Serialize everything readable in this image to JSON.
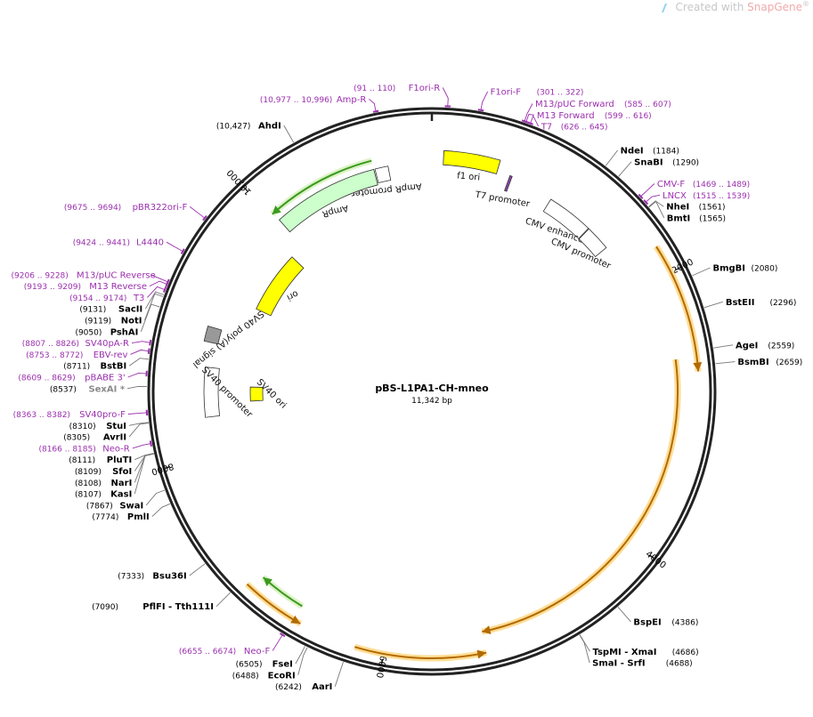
{
  "watermark": {
    "prefix": "Created with ",
    "brand": "SnapGene",
    "reg": "®"
  },
  "plasmid": {
    "name": "pBS-L1PA1-CH-mneo",
    "length_label": "11,342 bp",
    "length": 11342
  },
  "ticks": [
    {
      "pos": 0,
      "label": ""
    },
    {
      "pos": 2000,
      "label": "2000"
    },
    {
      "pos": 4000,
      "label": "4000"
    },
    {
      "pos": 6000,
      "label": "6000"
    },
    {
      "pos": 8000,
      "label": "8000"
    },
    {
      "pos": 10000,
      "label": "10,000"
    }
  ],
  "sites": [
    {
      "name": "AhdI",
      "pos_label": "(10,427)",
      "pos": 10427,
      "side": "left",
      "style": "normal"
    },
    {
      "name": "NdeI",
      "pos_label": "(1184)",
      "pos": 1184,
      "side": "right",
      "style": "normal"
    },
    {
      "name": "SnaBI",
      "pos_label": "(1290)",
      "pos": 1290,
      "side": "right",
      "style": "normal"
    },
    {
      "name": "NheI",
      "pos_label": "(1561)",
      "pos": 1561,
      "side": "right",
      "style": "normal"
    },
    {
      "name": "BmtI",
      "pos_label": "(1565)",
      "pos": 1565,
      "side": "right",
      "style": "normal"
    },
    {
      "name": "BmgBI",
      "pos_label": "(2080)",
      "pos": 2080,
      "side": "right",
      "style": "normal"
    },
    {
      "name": "BstEII",
      "pos_label": "(2296)",
      "pos": 2296,
      "side": "right",
      "style": "normal"
    },
    {
      "name": "AgeI",
      "pos_label": "(2559)",
      "pos": 2559,
      "side": "right",
      "style": "normal"
    },
    {
      "name": "BsmBI",
      "pos_label": "(2659)",
      "pos": 2659,
      "side": "right",
      "style": "normal"
    },
    {
      "name": "BspEI",
      "pos_label": "(4386)",
      "pos": 4386,
      "side": "right",
      "style": "normal"
    },
    {
      "name": "TspMI - XmaI",
      "pos_label": "(4686)",
      "pos": 4686,
      "side": "right",
      "style": "normal"
    },
    {
      "name": "SmaI - SrfI",
      "pos_label": "(4688)",
      "pos": 4688,
      "side": "right",
      "style": "normal"
    },
    {
      "name": "AarI",
      "pos_label": "(6242)",
      "pos": 6242,
      "side": "left",
      "style": "normal"
    },
    {
      "name": "EcoRI",
      "pos_label": "(6488)",
      "pos": 6488,
      "side": "left",
      "style": "normal"
    },
    {
      "name": "FseI",
      "pos_label": "(6505)",
      "pos": 6505,
      "side": "left",
      "style": "normal"
    },
    {
      "name": "PflFI - Tth111I",
      "pos_label": "(7090)",
      "pos": 7090,
      "side": "left",
      "style": "normal"
    },
    {
      "name": "Bsu36I",
      "pos_label": "(7333)",
      "pos": 7333,
      "side": "left",
      "style": "normal"
    },
    {
      "name": "PmlI",
      "pos_label": "(7774)",
      "pos": 7774,
      "side": "left",
      "style": "normal"
    },
    {
      "name": "SwaI",
      "pos_label": "(7867)",
      "pos": 7867,
      "side": "left",
      "style": "normal"
    },
    {
      "name": "KasI",
      "pos_label": "(8107)",
      "pos": 8107,
      "side": "left",
      "style": "normal"
    },
    {
      "name": "NarI",
      "pos_label": "(8108)",
      "pos": 8108,
      "side": "left",
      "style": "normal"
    },
    {
      "name": "SfoI",
      "pos_label": "(8109)",
      "pos": 8109,
      "side": "left",
      "style": "normal"
    },
    {
      "name": "PluTI",
      "pos_label": "(8111)",
      "pos": 8111,
      "side": "left",
      "style": "normal"
    },
    {
      "name": "AvrII",
      "pos_label": "(8305)",
      "pos": 8305,
      "side": "left",
      "style": "normal"
    },
    {
      "name": "StuI",
      "pos_label": "(8310)",
      "pos": 8310,
      "side": "left",
      "style": "normal"
    },
    {
      "name": "SexAI *",
      "pos_label": "(8537)",
      "pos": 8537,
      "side": "left",
      "style": "grey"
    },
    {
      "name": "BstBI",
      "pos_label": "(8711)",
      "pos": 8711,
      "side": "left",
      "style": "normal"
    },
    {
      "name": "PshAI",
      "pos_label": "(9050)",
      "pos": 9050,
      "side": "left",
      "style": "normal"
    },
    {
      "name": "NotI",
      "pos_label": "(9119)",
      "pos": 9119,
      "side": "left",
      "style": "normal"
    },
    {
      "name": "SacII",
      "pos_label": "(9131)",
      "pos": 9131,
      "side": "left",
      "style": "normal"
    }
  ],
  "primers": [
    {
      "name": "F1ori-R",
      "pos_label": "(91 .. 110)",
      "pos": 100,
      "side": "left"
    },
    {
      "name": "Amp-R",
      "pos_label": "(10,977 .. 10,996)",
      "pos": 10986,
      "side": "left"
    },
    {
      "name": "F1ori-F",
      "pos_label": "(301 .. 322)",
      "pos": 311,
      "side": "right"
    },
    {
      "name": "M13/pUC Forward",
      "pos_label": "(585 .. 607)",
      "pos": 596,
      "side": "right"
    },
    {
      "name": "M13 Forward",
      "pos_label": "(599 .. 616)",
      "pos": 607,
      "side": "right"
    },
    {
      "name": "T7",
      "pos_label": "(626 .. 645)",
      "pos": 635,
      "side": "right"
    },
    {
      "name": "CMV-F",
      "pos_label": "(1469 .. 1489)",
      "pos": 1479,
      "side": "right"
    },
    {
      "name": "LNCX",
      "pos_label": "(1515 .. 1539)",
      "pos": 1527,
      "side": "right"
    },
    {
      "name": "pBR322ori-F",
      "pos_label": "(9675 .. 9694)",
      "pos": 9684,
      "side": "left"
    },
    {
      "name": "L4440",
      "pos_label": "(9424 .. 9441)",
      "pos": 9432,
      "side": "left"
    },
    {
      "name": "M13/pUC Reverse",
      "pos_label": "(9206 .. 9228)",
      "pos": 9217,
      "side": "left"
    },
    {
      "name": "M13 Reverse",
      "pos_label": "(9193 .. 9209)",
      "pos": 9201,
      "side": "left"
    },
    {
      "name": "T3",
      "pos_label": "(9154 .. 9174)",
      "pos": 9164,
      "side": "left"
    },
    {
      "name": "SV40pA-R",
      "pos_label": "(8807 .. 8826)",
      "pos": 8816,
      "side": "left"
    },
    {
      "name": "EBV-rev",
      "pos_label": "(8753 .. 8772)",
      "pos": 8762,
      "side": "left"
    },
    {
      "name": "pBABE 3'",
      "pos_label": "(8609 .. 8629)",
      "pos": 8619,
      "side": "left"
    },
    {
      "name": "SV40pro-F",
      "pos_label": "(8363 .. 8382)",
      "pos": 8372,
      "side": "left"
    },
    {
      "name": "Neo-R",
      "pos_label": "(8166 .. 8185)",
      "pos": 8175,
      "side": "left"
    },
    {
      "name": "Neo-F",
      "pos_label": "(6655 .. 6674)",
      "pos": 6664,
      "side": "left"
    }
  ],
  "features": [
    {
      "label": "f1 ori",
      "start": 90,
      "end": 520,
      "color": "#ffff00"
    },
    {
      "label": "AmpR promoter",
      "start": 10890,
      "end": 10995,
      "color": "#ffffff"
    },
    {
      "label": "AmpR",
      "start": 10030,
      "end": 10880,
      "color": "#ccffcc"
    },
    {
      "label": "ori",
      "start": 9300,
      "end": 9890,
      "color": "#ffff00"
    },
    {
      "label": "T7 promoter",
      "start": 626,
      "end": 645,
      "color": "#8e44ad"
    },
    {
      "label": "CMV enhancer",
      "start": 1000,
      "end": 1380,
      "color": "#ffffff"
    },
    {
      "label": "CMV promoter",
      "start": 1385,
      "end": 1590,
      "color": "#ffffff"
    },
    {
      "label": "SV40 poly(A) signal",
      "start": 8900,
      "end": 9020,
      "color": "#999999"
    },
    {
      "label": "SV40 promoter",
      "start": 8300,
      "end": 8700,
      "color": "#ffffff"
    },
    {
      "label": "SV40 ori",
      "start": 8410,
      "end": 8550,
      "color": "#ffff00"
    }
  ],
  "orf_arrows": [
    {
      "start": 1800,
      "end": 2700,
      "direction": "cw"
    },
    {
      "start": 2600,
      "end": 5300,
      "direction": "cw"
    },
    {
      "start": 5300,
      "end": 6200,
      "direction": "ccw"
    },
    {
      "start": 6600,
      "end": 7050,
      "direction": "ccw"
    },
    {
      "start": 6650,
      "end": 7000,
      "direction": "cw"
    },
    {
      "start": 10020,
      "end": 10880,
      "direction": "ccw"
    }
  ]
}
